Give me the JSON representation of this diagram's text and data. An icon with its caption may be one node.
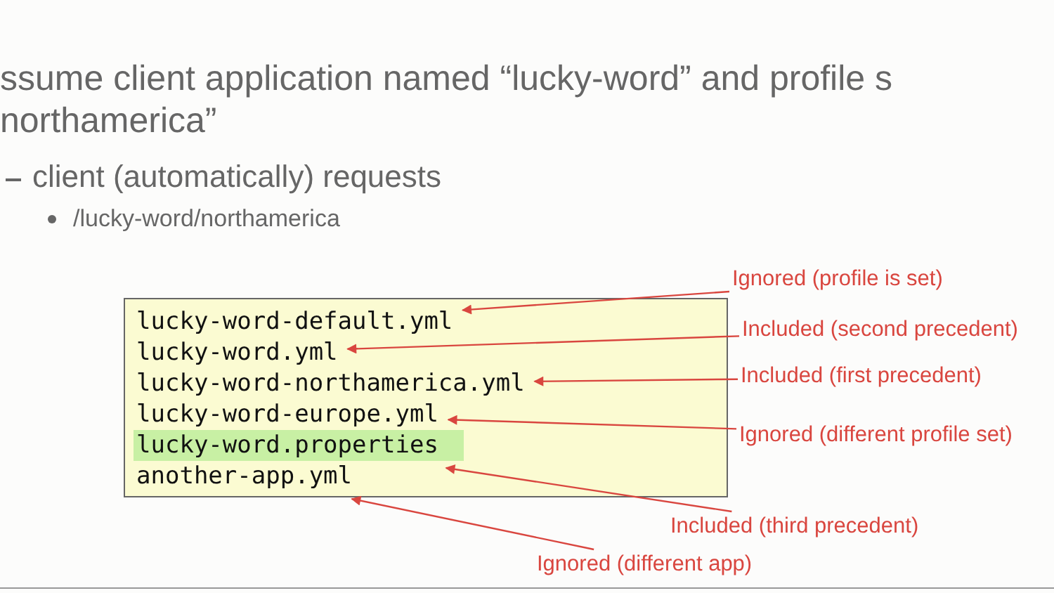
{
  "diagram": {
    "nodes": [
      {
        "text": [],
        "shape": "box"
      },
      {
        "text": [
          "lucky-word-default.yml"
        ],
        "in": 0
      },
      {
        "text": [
          "lucky-word.yml"
        ],
        "in": 0
      },
      {
        "text": [
          "lucky-word-northamerica.yml"
        ],
        "in": 0
      },
      {
        "text": [
          "lucky-word-europe.yml"
        ],
        "in": 0
      },
      {
        "text": [
          "lucky-word.properties"
        ],
        "in": 0
      },
      {
        "text": [
          "another-app.yml"
        ],
        "in": 0
      },
      {
        "text": [
          "Ignored (profile is set)"
        ]
      },
      {
        "text": [
          "Included (second precedent)"
        ]
      },
      {
        "text": [
          "Included (first precedent)"
        ]
      },
      {
        "text": [
          "Ignored (different profile set)"
        ]
      },
      {
        "text": [
          "Included (third precedent)"
        ]
      },
      {
        "text": [
          "Ignored (different app)"
        ]
      }
    ],
    "edges": [
      {
        "from": 7,
        "to": 1,
        "arrow": "to"
      },
      {
        "from": 8,
        "to": 2,
        "arrow": "to"
      },
      {
        "from": 9,
        "to": 3,
        "arrow": "to"
      },
      {
        "from": 10,
        "to": 4,
        "arrow": "to"
      },
      {
        "from": 11,
        "to": 5,
        "arrow": "to"
      },
      {
        "from": 12,
        "to": 6,
        "arrow": "to"
      }
    ],
    "labels": [
      "ssume client application named “lucky-word” and profile s",
      "northamerica”",
      "client (automatically) requests",
      "/lucky-word/northamerica"
    ]
  }
}
